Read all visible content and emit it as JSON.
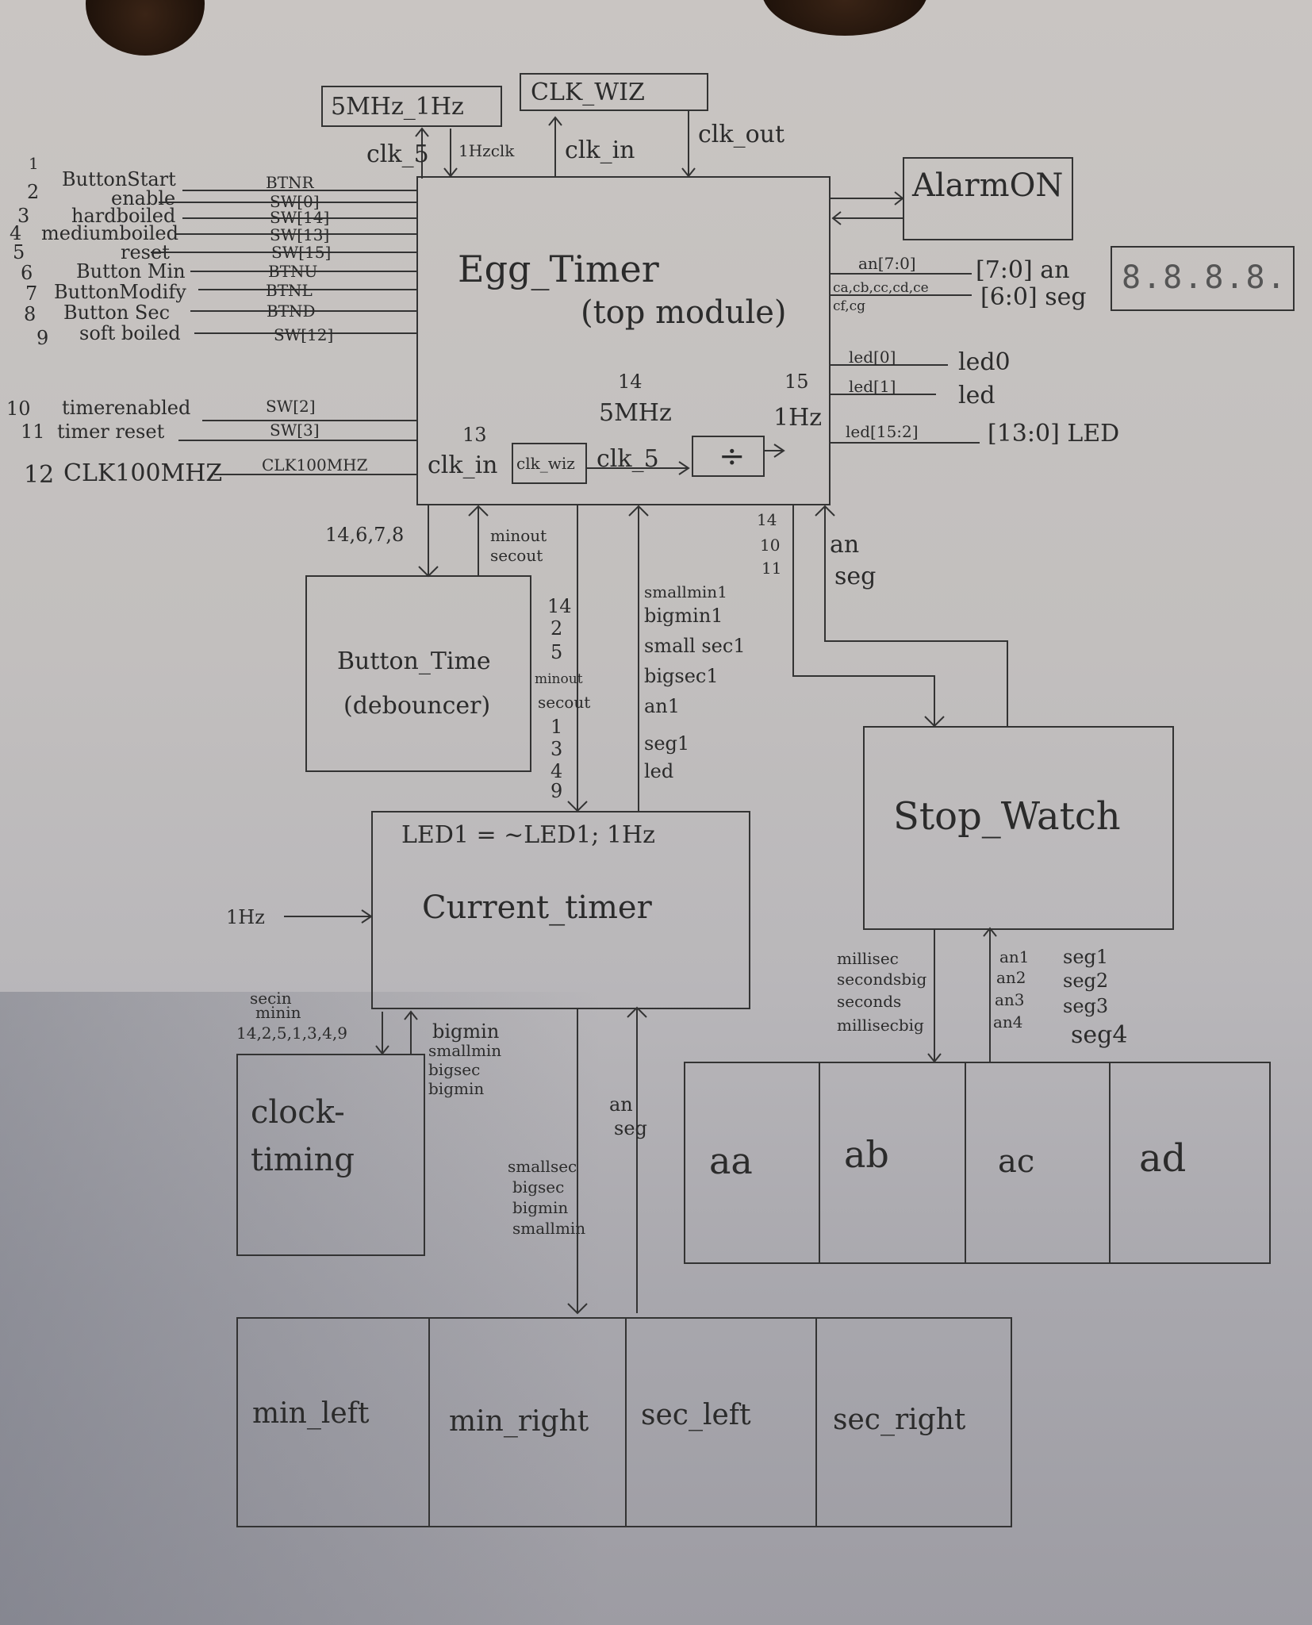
{
  "top_boxes": {
    "divider": "5MHz_1Hz",
    "clk_wiz": "CLK_WIZ",
    "clk_5": "clk_5",
    "hz_clk": "1Hzclk",
    "clk_in": "clk_in",
    "clk_out": "clk_out"
  },
  "inputs": [
    {
      "num": "1",
      "name": "",
      "port": ""
    },
    {
      "num": "2",
      "name": "ButtonStart",
      "port": "BTNR"
    },
    {
      "num": "",
      "name": "enable",
      "port": "SW[0]"
    },
    {
      "num": "3",
      "name": "hardboiled",
      "port": "SW[14]"
    },
    {
      "num": "4",
      "name": "mediumboiled",
      "port": "SW[13]"
    },
    {
      "num": "5",
      "name": "reset",
      "port": "SW[15]"
    },
    {
      "num": "6",
      "name": "Button Min",
      "port": "BTNU"
    },
    {
      "num": "7",
      "name": "ButtonModify",
      "port": "BTNL"
    },
    {
      "num": "8",
      "name": "Button Sec",
      "port": "BTND"
    },
    {
      "num": "9",
      "name": "soft boiled",
      "port": "SW[12]"
    },
    {
      "num": "10",
      "name": "timerenabled",
      "port": "SW[2]"
    },
    {
      "num": "11",
      "name": "timer reset",
      "port": "SW[3]"
    },
    {
      "num": "12",
      "name": "CLK100MHZ",
      "port": "CLK100MHZ"
    }
  ],
  "top_module": {
    "title": "Egg_Timer",
    "subtitle": "(top module)",
    "n14": "14",
    "n15": "15",
    "n13": "13",
    "mhz5": "5MHz",
    "hz1": "1Hz",
    "clk_in": "clk_in",
    "clk_wiz": "clk_wiz",
    "clk_5": "clk_5",
    "divide": "÷"
  },
  "alarm": {
    "label": "AlarmON"
  },
  "outputs": {
    "an_port": "an[7:0]",
    "seg_port": "ca,cb,cc,cd,ce",
    "seg_port2": "cf,cg",
    "an_label": "[7:0] an",
    "seg_label": "[6:0] seg",
    "seven_seg": "8.8.8.8.",
    "led0_port": "led[0]",
    "led0_label": "led0",
    "led1_port": "led[1]",
    "led1_label": "led",
    "led_port": "led[15:2]",
    "led_label": "[13:0] LED"
  },
  "wires": {
    "to_button": "14,6,7,8",
    "minout": "minout",
    "secout": "secout",
    "mid_nums": [
      "14",
      "2",
      "5"
    ],
    "minout2": "minout",
    "secout2": "secout",
    "mid_nums2": [
      "1",
      "3",
      "4",
      "9"
    ],
    "up_signals": [
      "smallmin1",
      "bigmin1",
      "small sec1",
      "bigsec1",
      "an1",
      "seg1",
      "led"
    ],
    "sw_nums": [
      "14",
      "10",
      "11"
    ],
    "an": "an",
    "seg": "seg"
  },
  "button_time": {
    "title": "Button_Time",
    "subtitle": "(debouncer)"
  },
  "stop_watch": {
    "title": "Stop_Watch"
  },
  "current_timer": {
    "header": "LED1 = ~LED1; 1Hz",
    "title": "Current_timer",
    "hz_in": "1Hz"
  },
  "clock_timing": {
    "title": "clock-",
    "title2": "timing",
    "secin": "secin",
    "minin": "minin",
    "nums": "14,2,5,1,3,4,9",
    "out_signals": [
      "bigmin",
      "smallmin",
      "bigsec",
      "bigmin"
    ]
  },
  "lower_signals": {
    "down": [
      "smallsec",
      "bigsec",
      "bigmin",
      "smallmin"
    ],
    "an": "an",
    "seg": "seg"
  },
  "sw_signals": {
    "left": [
      "millisec",
      "secondsbig",
      "seconds",
      "millisecbig"
    ],
    "an": [
      "an1",
      "an2",
      "an3",
      "an4"
    ],
    "seg": [
      "seg1",
      "seg2",
      "seg3",
      "seg4"
    ]
  },
  "sw_cells": [
    "aa",
    "ab",
    "ac",
    "ad"
  ],
  "time_cells": [
    "min_left",
    "min_right",
    "sec_left",
    "sec_right"
  ]
}
